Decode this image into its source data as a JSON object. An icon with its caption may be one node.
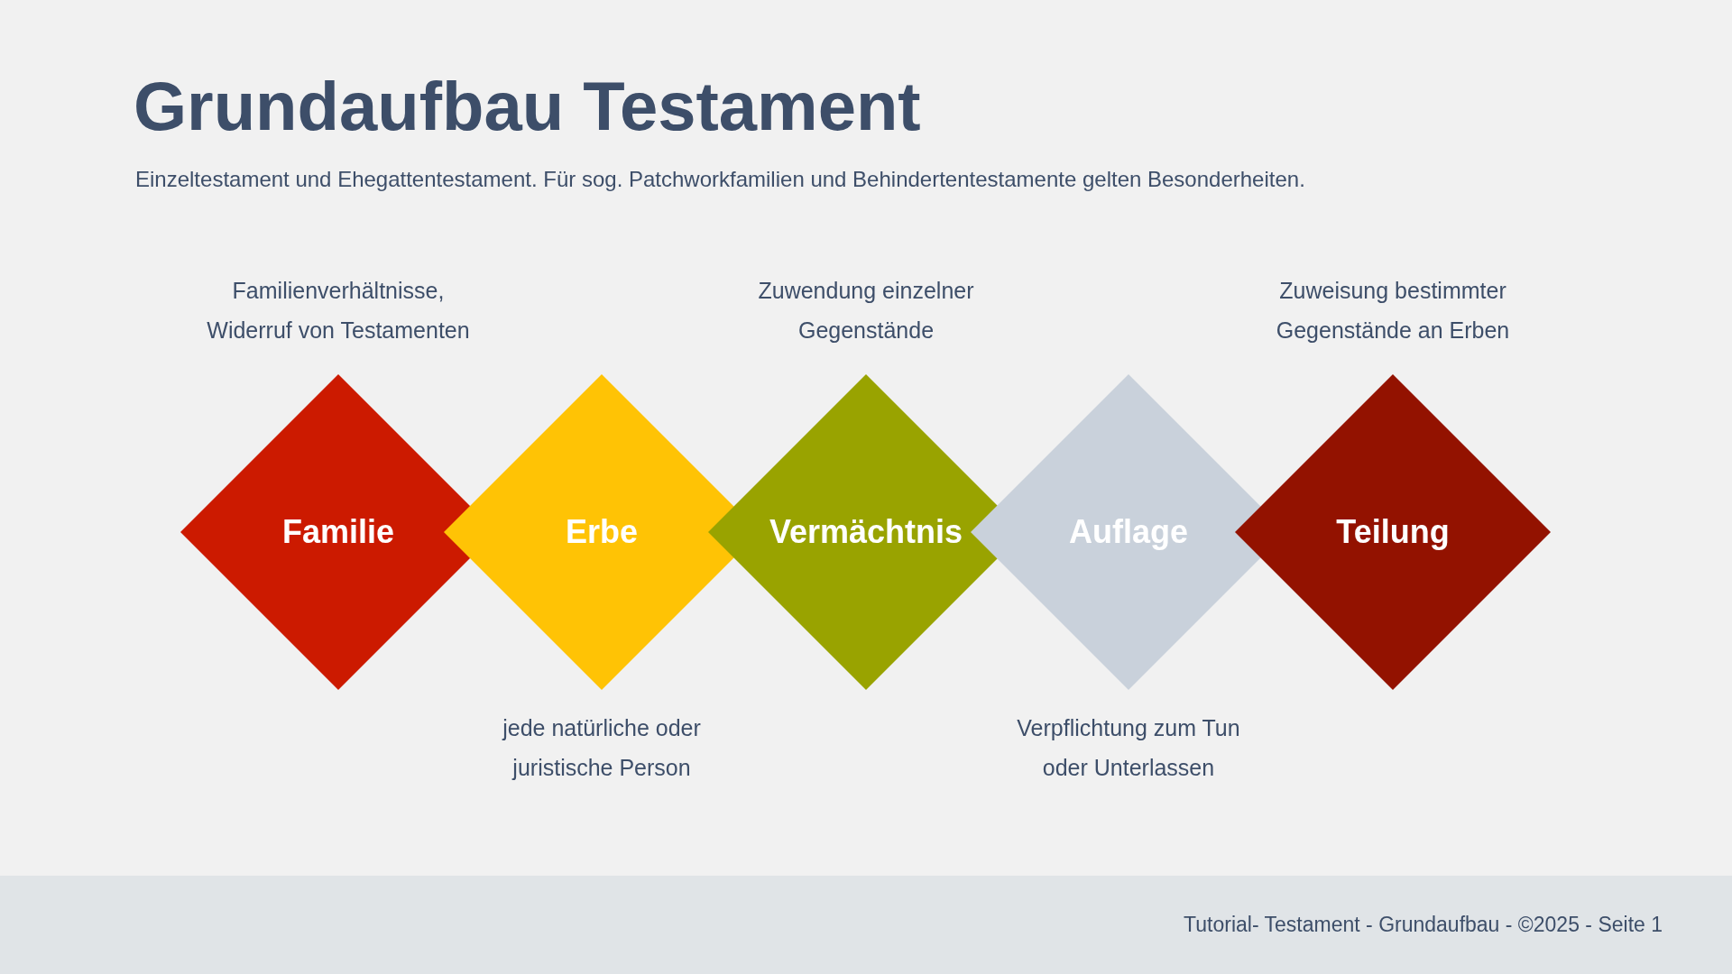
{
  "diagram": {
    "title": "Grundaufbau Testament",
    "nodes": [
      {
        "text": [
          "Familie"
        ],
        "beside": [
          "Familienverhältnisse, Widerruf von Testamenten"
        ]
      },
      {
        "text": [
          "Erbe"
        ],
        "beside": [
          "jede natürliche oder juristische Person"
        ]
      },
      {
        "text": [
          "Vermächtnis"
        ],
        "beside": [
          "Zuwendung einzelner Gegenstände"
        ]
      },
      {
        "text": [
          "Auflage"
        ],
        "beside": [
          "Verpflichtung zum Tun oder Unterlassen"
        ]
      },
      {
        "text": [
          "Teilung"
        ],
        "beside": [
          "Zuweisung bestimmter Gegenstände an Erben"
        ]
      }
    ],
    "labels": [
      "Einzeltestament und Ehegattentestament. Für sog. Patchworkfamilien und Behindertentestamente gelten Besonderheiten.",
      "Tutorial- Testament - Grundaufbau - ©2025 - Seite 1"
    ]
  }
}
